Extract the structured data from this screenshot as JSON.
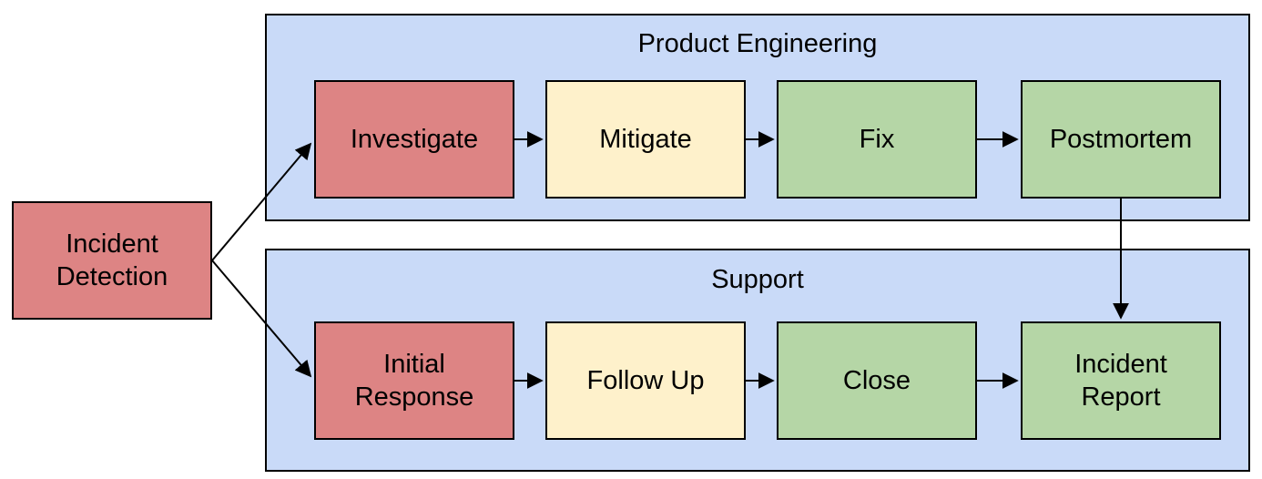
{
  "diagram": {
    "start_node": {
      "label": "Incident Detection",
      "fill": "#DD8484"
    },
    "lanes": [
      {
        "title": "Product Engineering",
        "fill": "#C9DAF8",
        "steps": [
          {
            "label": "Investigate",
            "fill": "#DD8484"
          },
          {
            "label": "Mitigate",
            "fill": "#FEF1CB"
          },
          {
            "label": "Fix",
            "fill": "#B5D6A6"
          },
          {
            "label": "Postmortem",
            "fill": "#B5D6A6"
          }
        ]
      },
      {
        "title": "Support",
        "fill": "#C9DAF8",
        "steps": [
          {
            "label": "Initial Response",
            "fill": "#DD8484"
          },
          {
            "label": "Follow Up",
            "fill": "#FEF1CB"
          },
          {
            "label": "Close",
            "fill": "#B5D6A6"
          },
          {
            "label": "Incident Report",
            "fill": "#B5D6A6"
          }
        ]
      }
    ],
    "edges": [
      {
        "from": "Incident Detection",
        "to": "Investigate"
      },
      {
        "from": "Incident Detection",
        "to": "Initial Response"
      },
      {
        "from": "Investigate",
        "to": "Mitigate"
      },
      {
        "from": "Mitigate",
        "to": "Fix"
      },
      {
        "from": "Fix",
        "to": "Postmortem"
      },
      {
        "from": "Postmortem",
        "to": "Incident Report"
      },
      {
        "from": "Initial Response",
        "to": "Follow Up"
      },
      {
        "from": "Follow Up",
        "to": "Close"
      },
      {
        "from": "Close",
        "to": "Incident Report"
      }
    ],
    "colors": {
      "lane_fill": "#C9DAF8",
      "start_step_fill": "#DD8484",
      "mid_step_fill": "#FEF1CB",
      "done_step_fill": "#B5D6A6",
      "stroke": "#000000"
    }
  }
}
